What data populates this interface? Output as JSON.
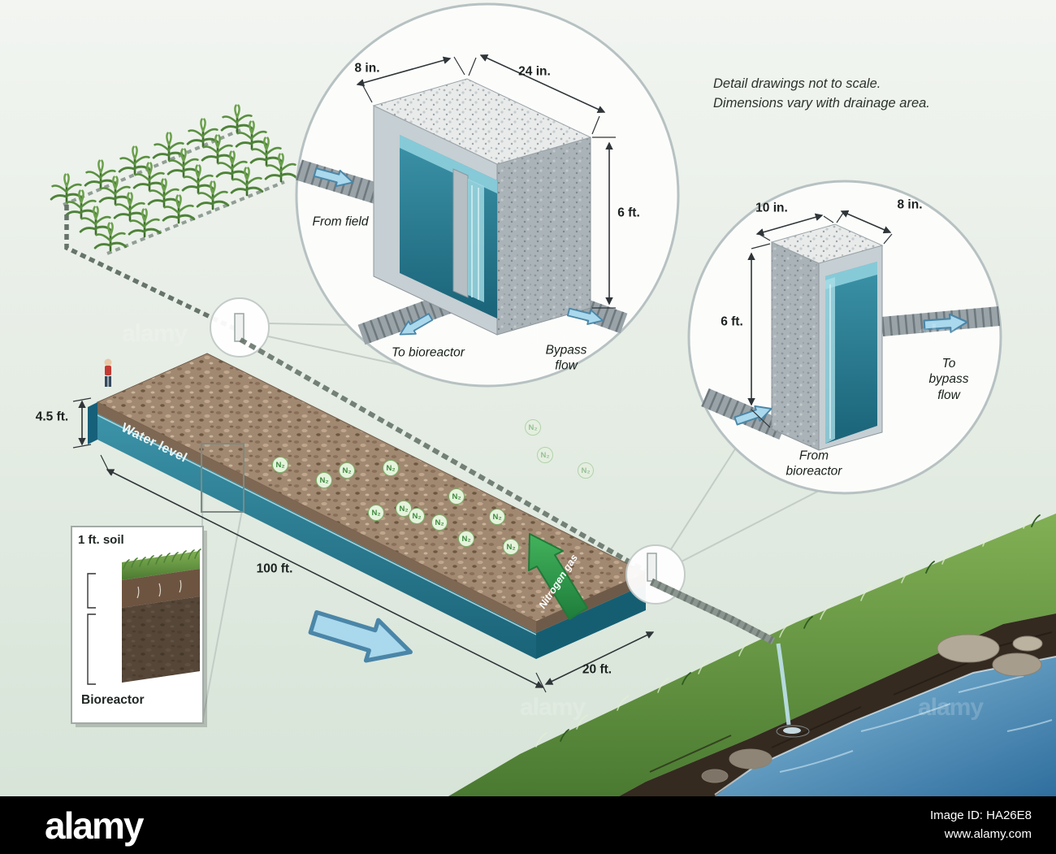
{
  "note": {
    "line1": "Detail drawings not to scale.",
    "line2": "Dimensions vary with drainage area."
  },
  "inlet_detail": {
    "dim_top_left": "8 in.",
    "dim_top_right": "24 in.",
    "dim_height": "6 ft.",
    "inflow_label": "From field",
    "outflow_left_label": "To bioreactor",
    "outflow_right_label": "Bypass\nflow"
  },
  "outlet_detail": {
    "dim_top_left": "10 in.",
    "dim_top_right": "8 in.",
    "dim_height": "6 ft.",
    "inflow_label": "From\nbioreactor",
    "outflow_label": "To\nbypass\nflow"
  },
  "bioreactor_bed": {
    "depth_label": "4.5 ft.",
    "water_level_label": "Water level",
    "length_label": "100 ft.",
    "width_label": "20 ft.",
    "nitrogen_arrow_label": "Nitrogen gas",
    "molecule_label": "N₂"
  },
  "soil_inset": {
    "soil_label": "1 ft. soil",
    "bioreactor_label": "Bioreactor"
  },
  "footer": {
    "brand": "alamy",
    "image_id": "Image ID: HA26E8",
    "url": "www.alamy.com"
  },
  "watermark_text": "alamy",
  "colors": {
    "water_teal": "#2b7d92",
    "flow_arrow_blue": "#aad8ec",
    "nitrogen_green": "#2f9e4f",
    "bed_brown": "#a18871",
    "stream_blue": "#3c76a4",
    "footer_bg": "#000000"
  }
}
